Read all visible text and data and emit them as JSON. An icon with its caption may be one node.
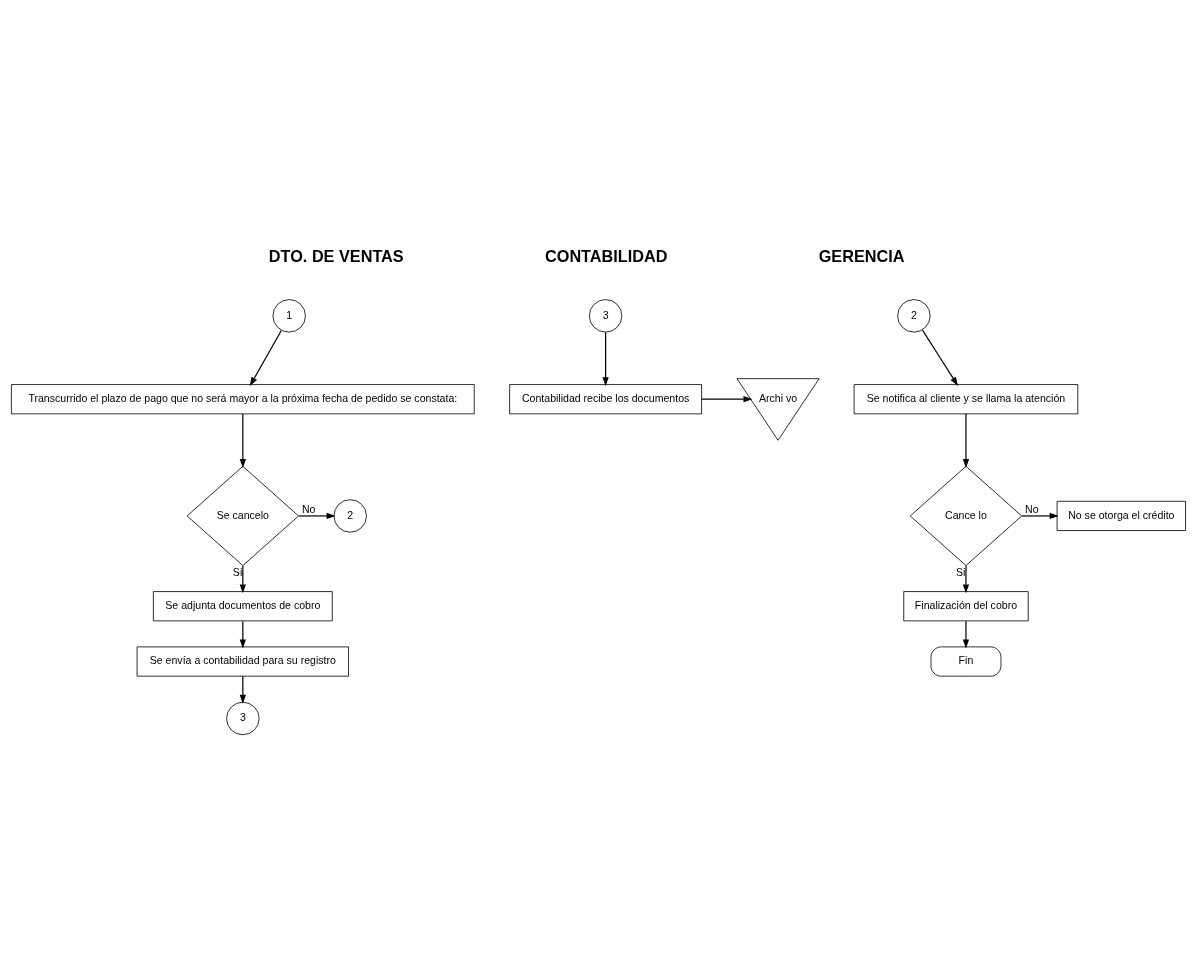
{
  "diagram": {
    "nodes": [
      {
        "text": [
          "1"
        ]
      },
      {
        "text": [
          "Transcurrido el plazo de pago que no será mayor a la próxima fecha de pedido se constata:"
        ]
      },
      {
        "text": [
          "Se cancelo"
        ]
      },
      {
        "text": [
          "2"
        ]
      },
      {
        "text": [
          "Se adjunta documentos de cobro"
        ]
      },
      {
        "text": [
          "Se envía a contabilidad para su registro"
        ]
      },
      {
        "text": [
          "3"
        ]
      },
      {
        "text": [
          "3"
        ]
      },
      {
        "text": [
          "Contabilidad recibe los documentos"
        ]
      },
      {
        "text": [
          "Archi vo"
        ]
      },
      {
        "text": [
          "2"
        ]
      },
      {
        "text": [
          "Se notifica al cliente y se llama la atención"
        ]
      },
      {
        "text": [
          "Cance lo"
        ]
      },
      {
        "text": [
          "No se otorga el crédito"
        ]
      },
      {
        "text": [
          "Finalización del cobro"
        ]
      },
      {
        "text": [
          "Fin"
        ]
      }
    ],
    "edges": [
      {
        "from": 0,
        "to": 1,
        "arrow": "to"
      },
      {
        "from": 1,
        "to": 2,
        "arrow": "to"
      },
      {
        "from": 2,
        "to": 3,
        "arrow": "to",
        "label": "No"
      },
      {
        "from": 2,
        "to": 4,
        "arrow": "to",
        "label": "Si"
      },
      {
        "from": 4,
        "to": 5,
        "arrow": "to"
      },
      {
        "from": 5,
        "to": 6,
        "arrow": "to"
      },
      {
        "from": 7,
        "to": 8,
        "arrow": "to"
      },
      {
        "from": 8,
        "to": 9,
        "arrow": "to"
      },
      {
        "from": 10,
        "to": 11,
        "arrow": "to"
      },
      {
        "from": 11,
        "to": 12,
        "arrow": "to"
      },
      {
        "from": 12,
        "to": 13,
        "arrow": "to",
        "label": "No"
      },
      {
        "from": 12,
        "to": 14,
        "arrow": "to",
        "label": "Si"
      },
      {
        "from": 14,
        "to": 15,
        "arrow": "to"
      }
    ],
    "labels": [
      "DTO. DE VENTAS",
      "CONTABILIDAD",
      "GERENCIA"
    ]
  }
}
